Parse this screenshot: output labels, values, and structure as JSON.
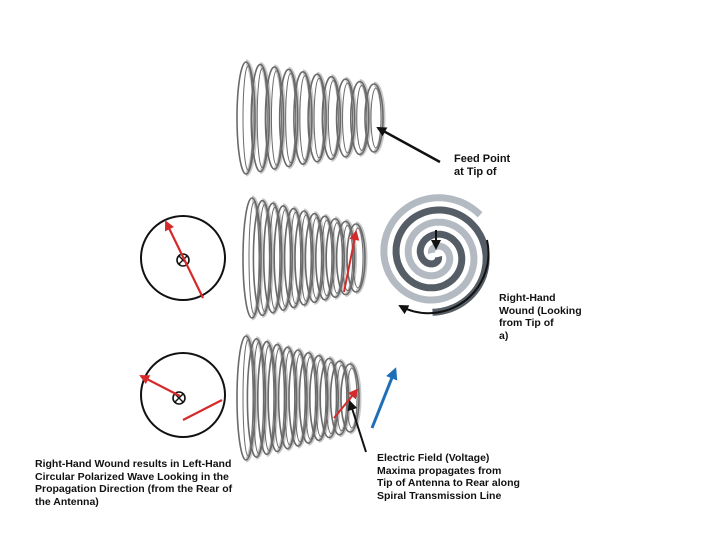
{
  "labels": {
    "feed_point": "Feed Point\nat Tip of",
    "right_hand_wound": "Right-Hand\nWound (Looking\nfrom Tip of\na)",
    "electric_field": "Electric Field (Voltage)\nMaxima propagates from\nTip of Antenna to Rear along\nSpiral Transmission Line",
    "left_hand_wave": "Right-Hand Wound results in Left-Hand\nCircular Polarized Wave Looking in the\nPropagation Direction (from the Rear of\nthe Antenna)"
  },
  "colors": {
    "coil": "#6a6a6a",
    "coil_light": "#c8c8c8",
    "e_field_arrow": "#d62a2a",
    "propagation_arrow": "#1f6fb8",
    "spiral_dark": "#555e66",
    "spiral_light": "#b3bac1",
    "outline": "#111111"
  }
}
